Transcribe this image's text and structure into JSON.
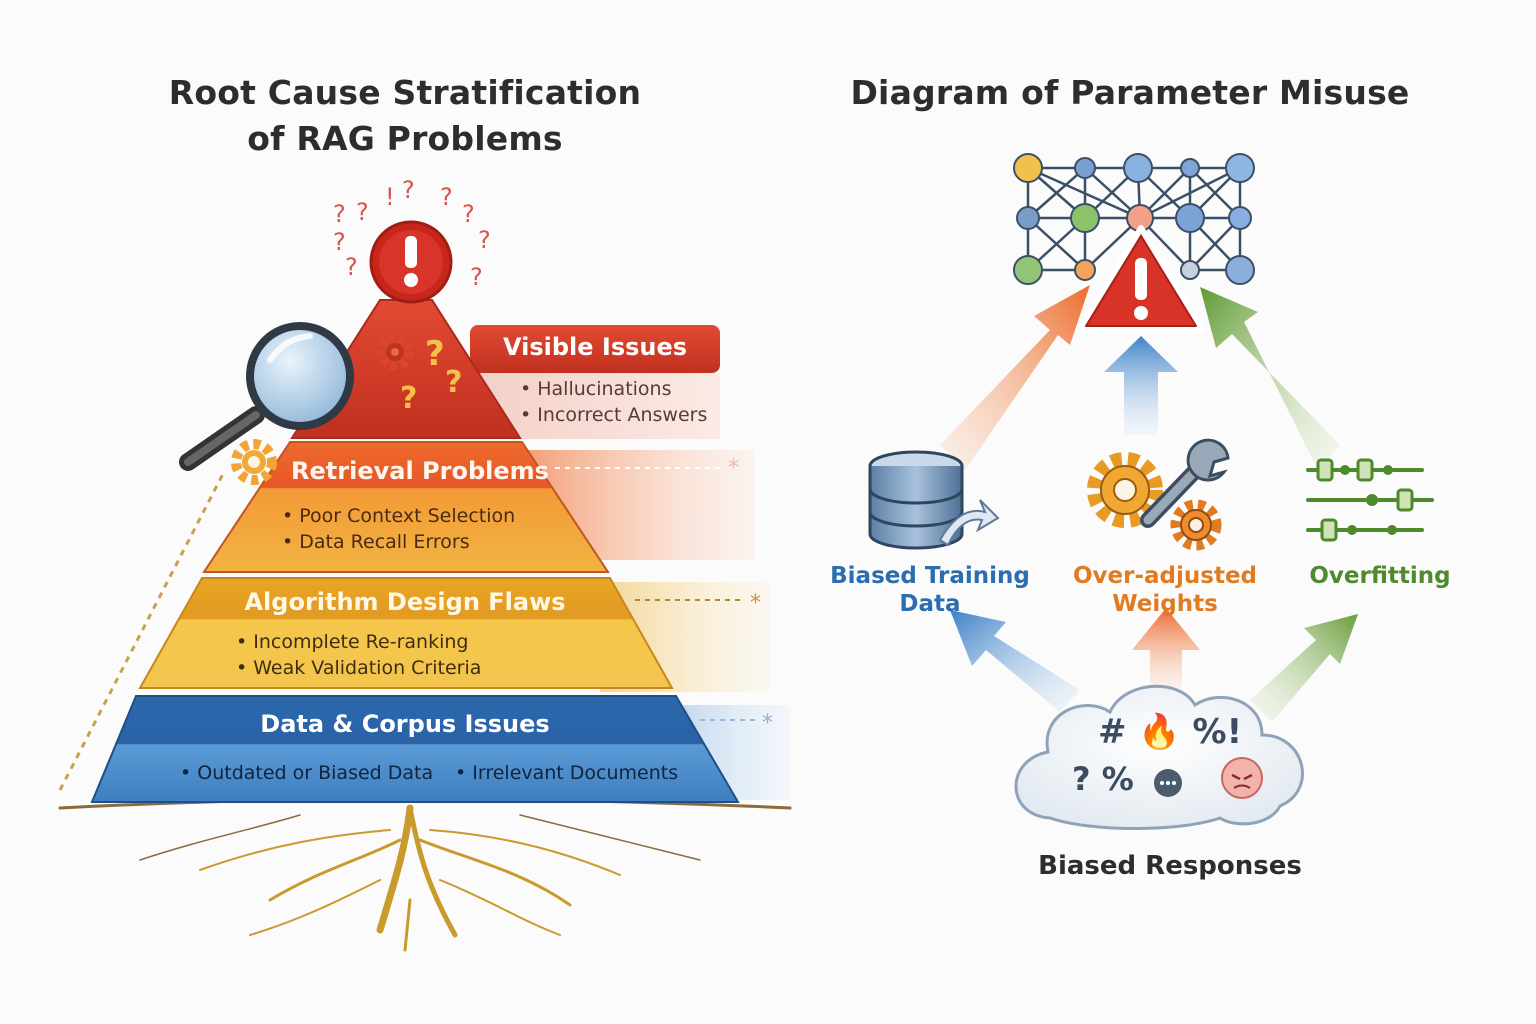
{
  "left": {
    "title_line1": "Root Cause Stratification",
    "title_line2": "of RAG Problems",
    "layers": [
      {
        "title": "Visible Issues",
        "bullets": [
          "Hallucinations",
          "Incorrect Answers"
        ],
        "color": "#c8372b"
      },
      {
        "title": "Retrieval Problems",
        "bullets": [
          "Poor Context Selection",
          "Data Recall Errors"
        ],
        "color": "#e8672a"
      },
      {
        "title": "Algorithm Design Flaws",
        "bullets": [
          "Incomplete Re-ranking",
          "Weak Validation Criteria"
        ],
        "color": "#e5a324"
      },
      {
        "title": "Data & Corpus Issues",
        "bullets": [
          "Outdated or Biased Data",
          "Irrelevant Documents"
        ],
        "color": "#2f6fb3"
      }
    ],
    "icons": [
      "alert-icon",
      "question-marks-icon",
      "magnifier-icon",
      "gear-icon",
      "roots-icon"
    ]
  },
  "right": {
    "title": "Diagram of Parameter Misuse",
    "causes": [
      {
        "label_line1": "Biased Training",
        "label_line2": "Data",
        "icon": "database-icon",
        "color": "#2a6db0"
      },
      {
        "label_line1": "Over-adjusted",
        "label_line2": "Weights",
        "icon": "gear-wrench-icon",
        "color": "#e07b22"
      },
      {
        "label_line1": "Overfitting",
        "label_line2": "",
        "icon": "sliders-icon",
        "color": "#4f8a2e"
      }
    ],
    "bottom_label": "Biased Responses",
    "cloud_symbols_row1": "# 🔥 %!",
    "cloud_symbols_row2": "? %",
    "icons": [
      "neural-network-icon",
      "warning-triangle-icon",
      "cloud-icon"
    ]
  }
}
